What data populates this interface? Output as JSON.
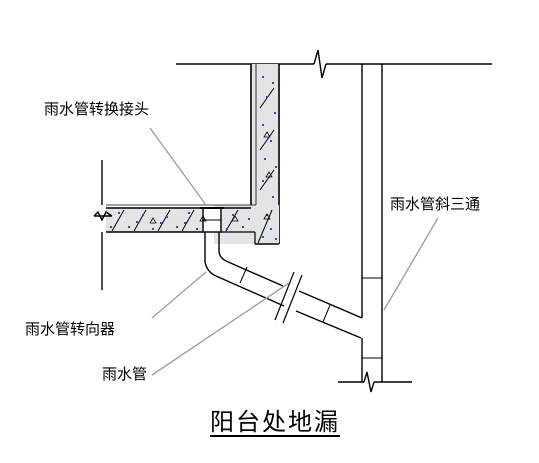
{
  "title": "阳台处地漏",
  "labels": {
    "adapter": "雨水管转换接头",
    "diverter": "雨水管转向器",
    "pipe": "雨水管",
    "tee": "雨水管斜三通"
  },
  "colors": {
    "line": "#000000",
    "leader": "#a0a0a0",
    "concrete_fill": "#e4e4e4",
    "speck": "#2a4dd4"
  }
}
